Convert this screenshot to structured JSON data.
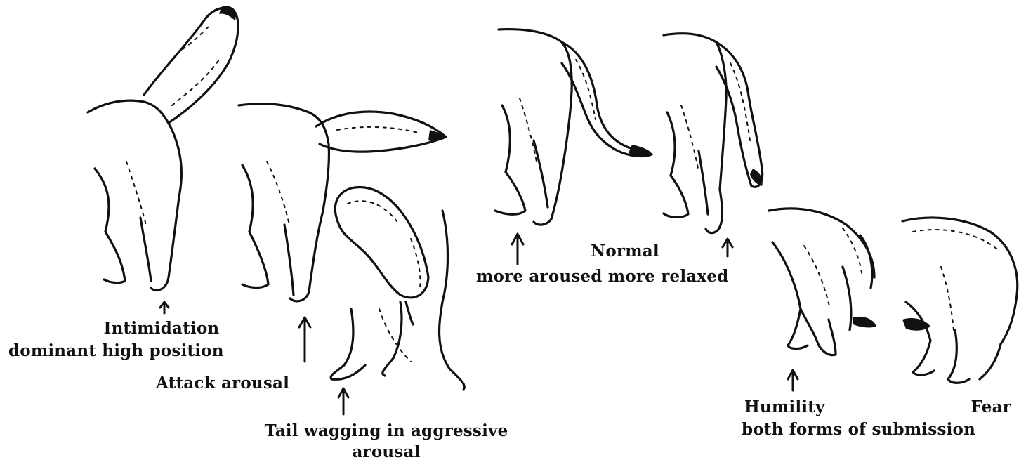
{
  "figure": {
    "labels": {
      "intimidation_line1": "Intimidation",
      "intimidation_line2": "dominant high position",
      "attack": "Attack arousal",
      "tail_wag_line1": "Tail wagging in aggressive",
      "tail_wag_line2": "arousal",
      "normal": "Normal",
      "aroused_relaxed": "more aroused more relaxed",
      "humility": "Humility",
      "fear": "Fear",
      "submission": "both forms of submission"
    },
    "postures": [
      {
        "name": "intimidation",
        "tail_position": "high, raised vertical"
      },
      {
        "name": "attack arousal",
        "tail_position": "horizontal, extended back"
      },
      {
        "name": "tail wagging in aggressive arousal",
        "tail_position": "curled up over back"
      },
      {
        "name": "normal more aroused",
        "tail_position": "hanging, slightly away from legs"
      },
      {
        "name": "normal more relaxed",
        "tail_position": "hanging down near legs"
      },
      {
        "name": "humility",
        "tail_position": "low, tucked"
      },
      {
        "name": "fear",
        "tail_position": "tucked between legs"
      }
    ],
    "ink_color": "#111111",
    "background_color": "#ffffff"
  }
}
